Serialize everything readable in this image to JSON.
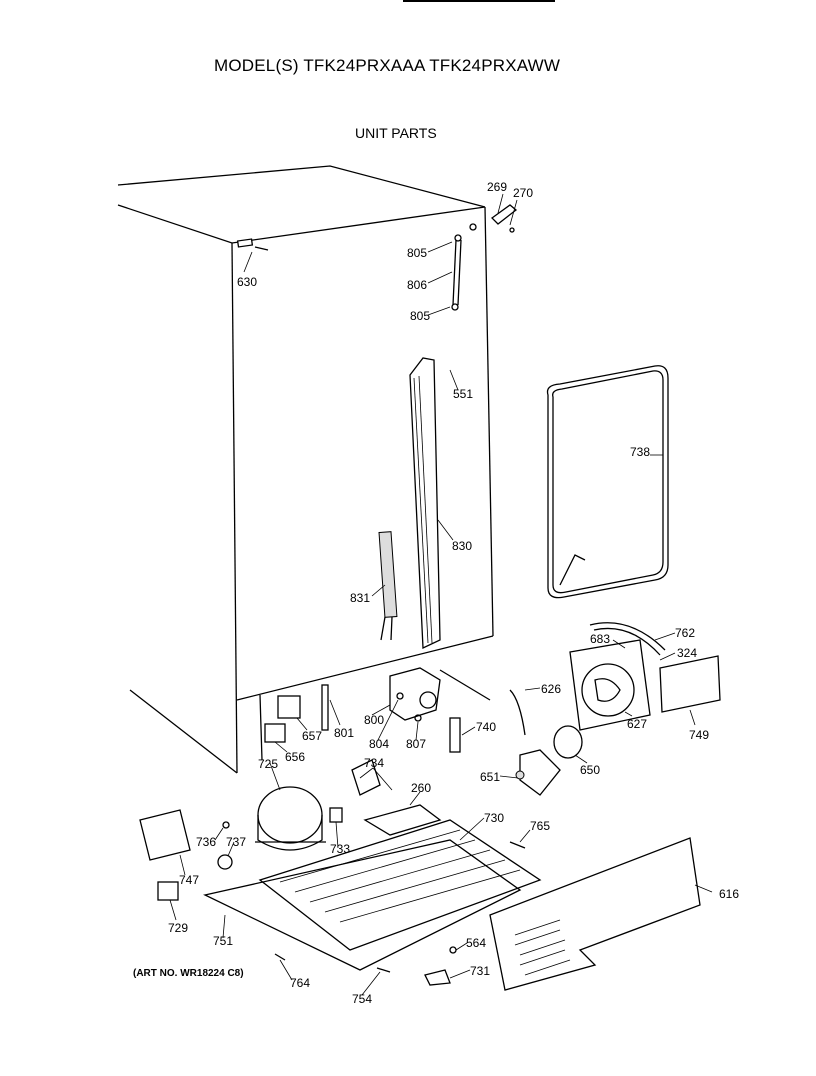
{
  "header": {
    "title": "MODEL(S) TFK24PRXAAA  TFK24PRXAWW",
    "subtitle": "UNIT PARTS"
  },
  "footer": {
    "art_no": "(ART NO. WR18224 C8)"
  },
  "parts": {
    "p269": "269",
    "p270": "270",
    "p805a": "805",
    "p806": "806",
    "p805b": "805",
    "p630": "630",
    "p551": "551",
    "p738": "738",
    "p830": "830",
    "p831": "831",
    "p762": "762",
    "p683": "683",
    "p324": "324",
    "p626": "626",
    "p800": "800",
    "p801": "801",
    "p657": "657",
    "p656": "656",
    "p804": "804",
    "p807": "807",
    "p740": "740",
    "p627": "627",
    "p749": "749",
    "p650": "650",
    "p651": "651",
    "p725": "725",
    "p734": "734",
    "p260": "260",
    "p730": "730",
    "p765": "765",
    "p736": "736",
    "p737": "737",
    "p733": "733",
    "p747": "747",
    "p616": "616",
    "p729": "729",
    "p751": "751",
    "p564": "564",
    "p731": "731",
    "p764": "764",
    "p754": "754"
  }
}
